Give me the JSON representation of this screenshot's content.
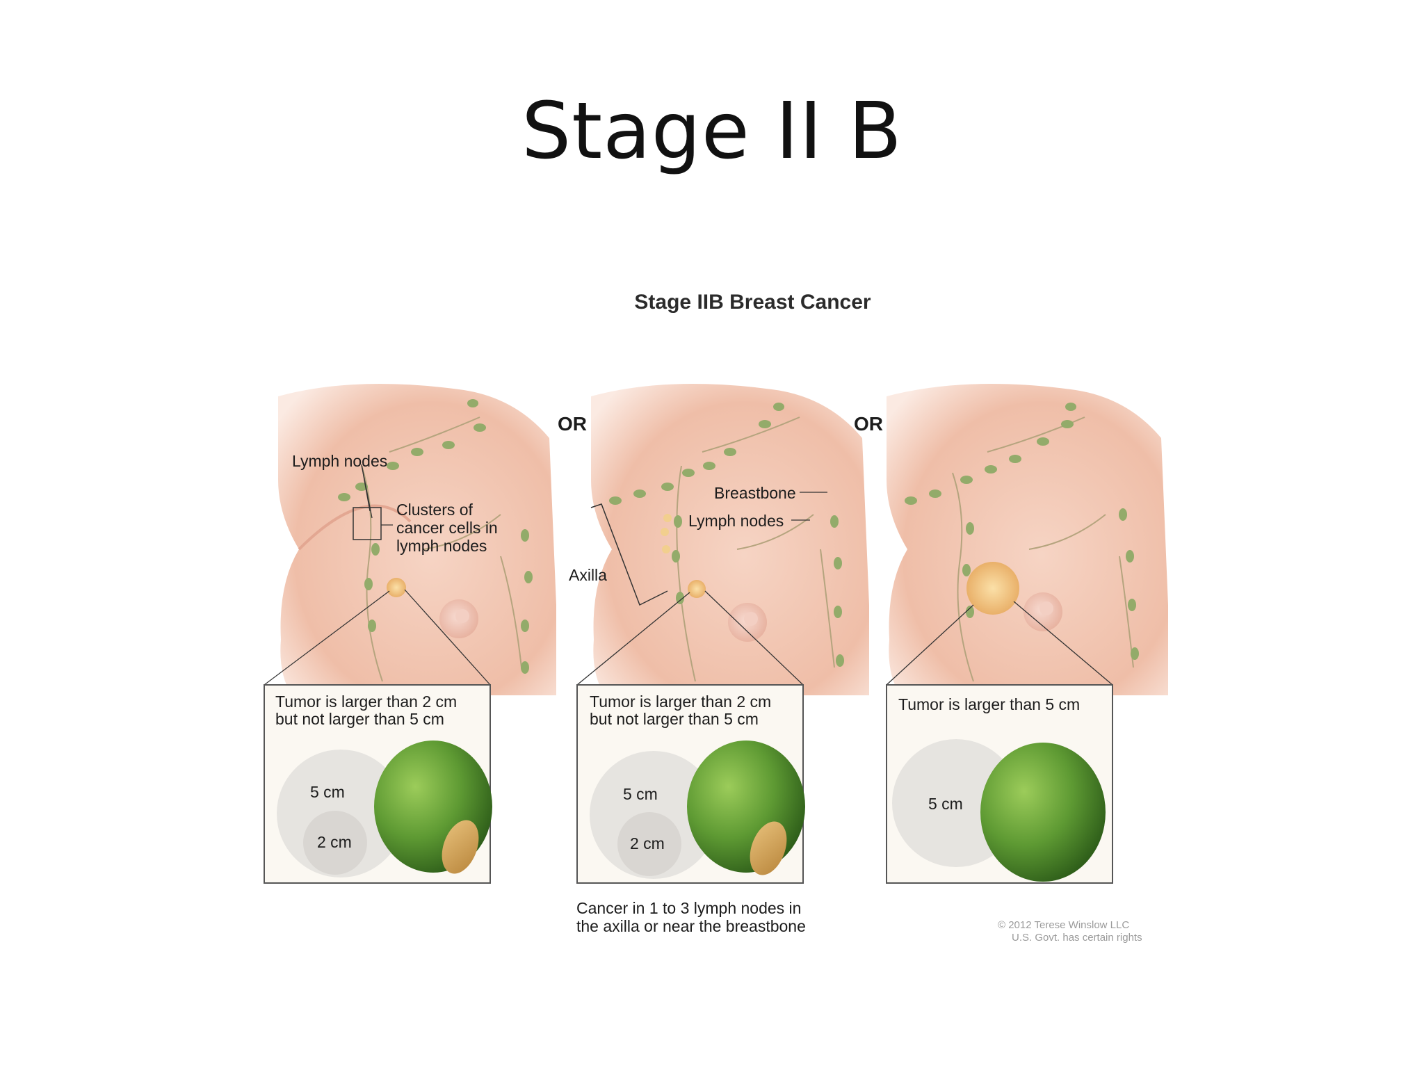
{
  "slide": {
    "title": "Stage II B"
  },
  "figure": {
    "title": "Stage IIB Breast Cancer",
    "separator": "OR",
    "panels": [
      {
        "labels": {
          "lymph_nodes": "Lymph nodes",
          "clusters_line1": "Clusters of",
          "clusters_line2": "cancer cells in",
          "clusters_line3": "lymph nodes"
        },
        "caption_line1": "Tumor is larger than 2 cm",
        "caption_line2": "but not larger than 5 cm",
        "circle_large": "5 cm",
        "circle_small": "2 cm"
      },
      {
        "labels": {
          "breastbone": "Breastbone",
          "lymph_nodes": "Lymph nodes",
          "axilla": "Axilla"
        },
        "caption_line1": "Tumor is larger than 2 cm",
        "caption_line2": "but not larger than 5 cm",
        "circle_large": "5 cm",
        "circle_small": "2 cm",
        "footnote_line1": "Cancer in 1 to 3 lymph nodes in",
        "footnote_line2": "the axilla or near the breastbone"
      },
      {
        "caption_line1": "Tumor is larger than 5 cm",
        "circle_large": "5 cm"
      }
    ],
    "copyright_line1": "© 2012 Terese Winslow LLC",
    "copyright_line2": "U.S. Govt. has certain rights"
  },
  "colors": {
    "skin": "#f3c9b6",
    "skin_shadow": "#e5a48f",
    "lymph_node": "#93ab6a",
    "lime": "#5e9a33",
    "box_bg": "#fbf8f2",
    "circle": "#e4e2de"
  }
}
